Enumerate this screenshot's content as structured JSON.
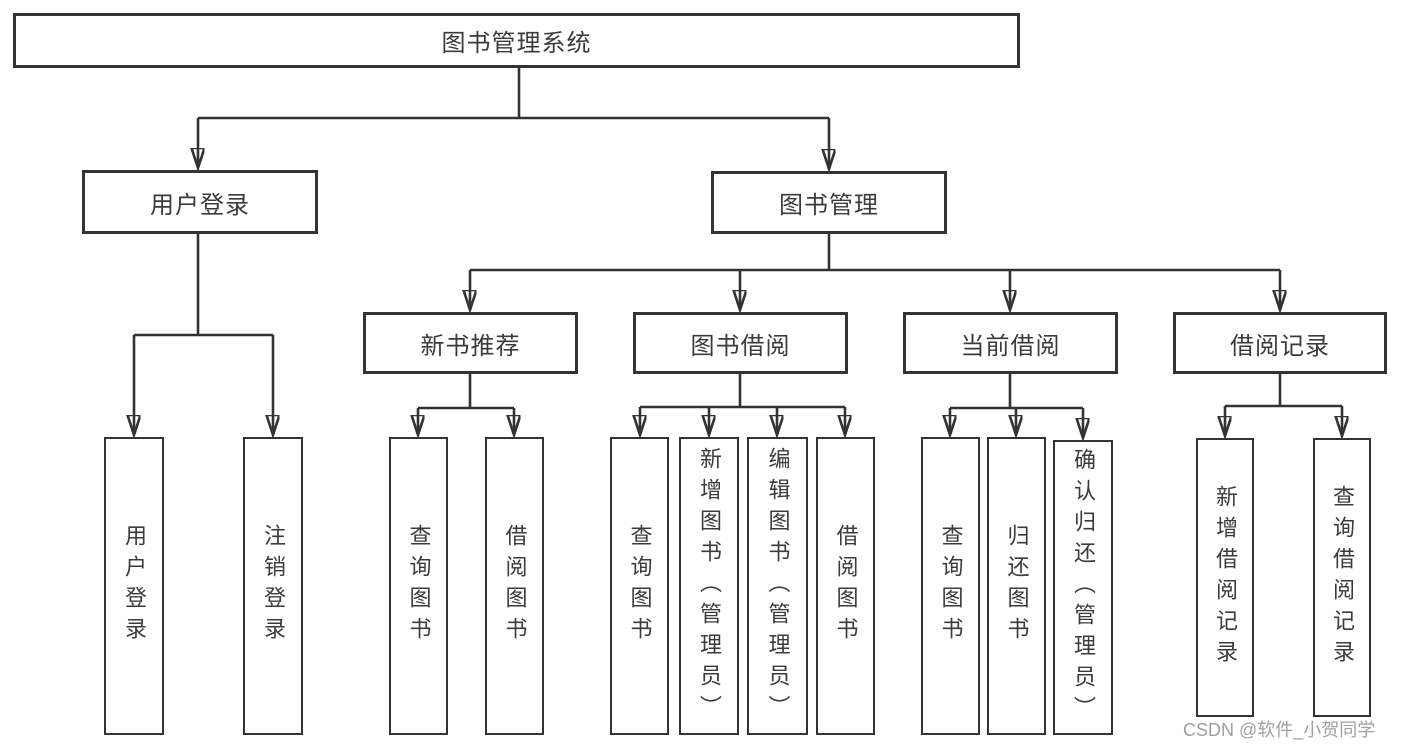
{
  "diagram": {
    "root": {
      "label": "图书管理系统"
    },
    "level2": [
      {
        "id": "user-login",
        "label": "用户登录"
      },
      {
        "id": "book-management",
        "label": "图书管理"
      }
    ],
    "level3": [
      {
        "id": "new-book-recommend",
        "label": "新书推荐",
        "parent": "图书管理"
      },
      {
        "id": "book-borrowing",
        "label": "图书借阅",
        "parent": "图书管理"
      },
      {
        "id": "current-borrowing",
        "label": "当前借阅",
        "parent": "图书管理"
      },
      {
        "id": "borrowing-records",
        "label": "借阅记录",
        "parent": "图书管理"
      }
    ],
    "leaves": [
      {
        "id": "user-login-action",
        "label": "用户登录",
        "parent": "用户登录"
      },
      {
        "id": "logout-action",
        "label": "注销登录",
        "parent": "用户登录"
      },
      {
        "id": "query-books-recommend",
        "label": "查询图书",
        "parent": "新书推荐"
      },
      {
        "id": "borrow-books-recommend",
        "label": "借阅图书",
        "parent": "新书推荐"
      },
      {
        "id": "query-books-borrowing",
        "label": "查询图书",
        "parent": "图书借阅"
      },
      {
        "id": "add-books-admin",
        "label": "新增图书（管理员）",
        "parent": "图书借阅"
      },
      {
        "id": "edit-books-admin",
        "label": "编辑图书（管理员）",
        "parent": "图书借阅"
      },
      {
        "id": "borrow-books-borrowing",
        "label": "借阅图书",
        "parent": "图书借阅"
      },
      {
        "id": "query-books-current",
        "label": "查询图书",
        "parent": "当前借阅"
      },
      {
        "id": "return-books",
        "label": "归还图书",
        "parent": "当前借阅"
      },
      {
        "id": "confirm-return-admin",
        "label": "确认归还（管理员）",
        "parent": "当前借阅"
      },
      {
        "id": "add-borrow-record",
        "label": "新增借阅记录",
        "parent": "借阅记录"
      },
      {
        "id": "query-borrow-record",
        "label": "查询借阅记录",
        "parent": "借阅记录"
      }
    ],
    "watermark": {
      "text": "CSDN @软件_小贺同学",
      "color": "#a0a0a0"
    },
    "style": {
      "line_color": "#333333",
      "text_color": "#3b3b3b",
      "box_background": "#ffffff"
    }
  }
}
